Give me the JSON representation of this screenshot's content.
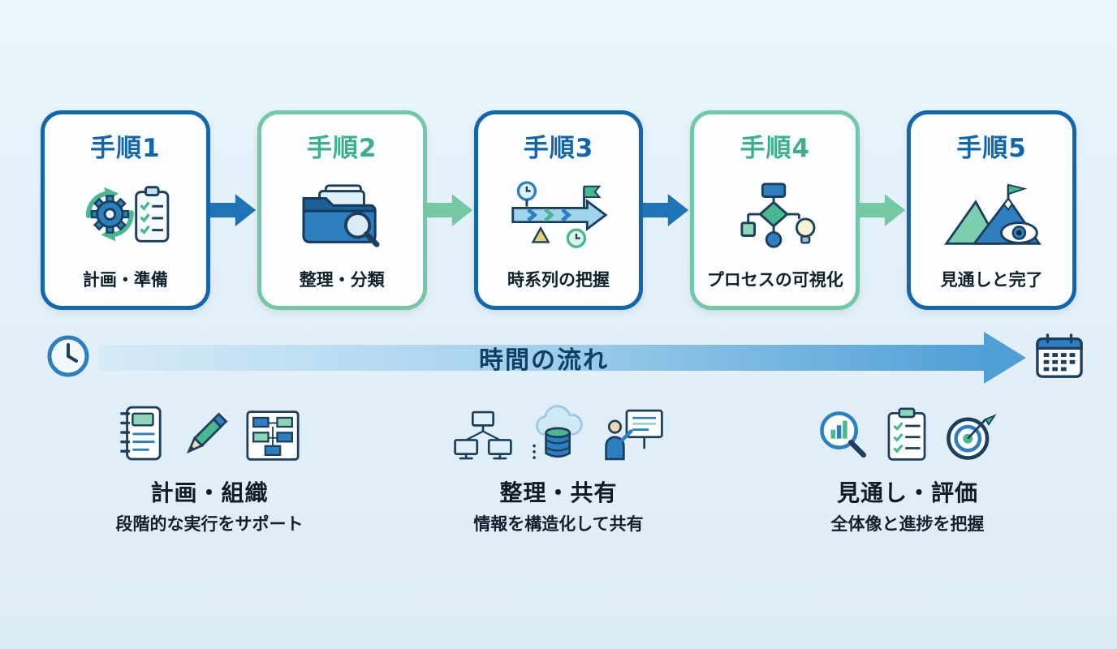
{
  "page": {
    "background": "#e4f0f8"
  },
  "colors": {
    "blue_accent": "#1266ab",
    "green_accent": "#72c8a5",
    "blue_title": "#1266ab",
    "green_title": "#3cb08e",
    "arrow_blue": "#1e74b4",
    "arrow_green": "#74c8a4",
    "timeline_blue": "#4f9fd6",
    "timeline_text": "#0d3f68",
    "caption_text": "#10212e"
  },
  "steps": [
    {
      "title": "手順1",
      "caption": "計画・準備",
      "accent": "#1266ab",
      "title_color": "#1266ab",
      "icon": "gear-clipboard-icon"
    },
    {
      "title": "手順2",
      "caption": "整理・分類",
      "accent": "#72c8a5",
      "title_color": "#3cb08e",
      "icon": "folder-search-icon"
    },
    {
      "title": "手順3",
      "caption": "時系列の把握",
      "accent": "#1266ab",
      "title_color": "#1266ab",
      "icon": "timeline-flag-icon"
    },
    {
      "title": "手順4",
      "caption": "プロセスの可視化",
      "accent": "#72c8a5",
      "title_color": "#3cb08e",
      "icon": "flowchart-bulb-icon"
    },
    {
      "title": "手順5",
      "caption": "見通しと完了",
      "accent": "#1266ab",
      "title_color": "#1266ab",
      "icon": "mountain-eye-icon"
    }
  ],
  "connectors": [
    {
      "color": "#1e74b4"
    },
    {
      "color": "#74c8a4"
    },
    {
      "color": "#1e74b4"
    },
    {
      "color": "#74c8a4"
    }
  ],
  "timeline": {
    "label": "時間の流れ",
    "left_icon": "clock-icon",
    "right_icon": "calendar-icon"
  },
  "features": [
    {
      "title": "計画・組織",
      "subtitle": "段階的な実行をサポート",
      "icons": [
        "notebook-icon",
        "pencil-icon",
        "org-chart-icon"
      ]
    },
    {
      "title": "整理・共有",
      "subtitle": "情報を構造化して共有",
      "icons": [
        "network-icon",
        "cloud-database-icon",
        "presenter-icon"
      ]
    },
    {
      "title": "見通し・評価",
      "subtitle": "全体像と進捗を把握",
      "icons": [
        "chart-magnifier-icon",
        "checklist-icon",
        "target-icon"
      ]
    }
  ]
}
